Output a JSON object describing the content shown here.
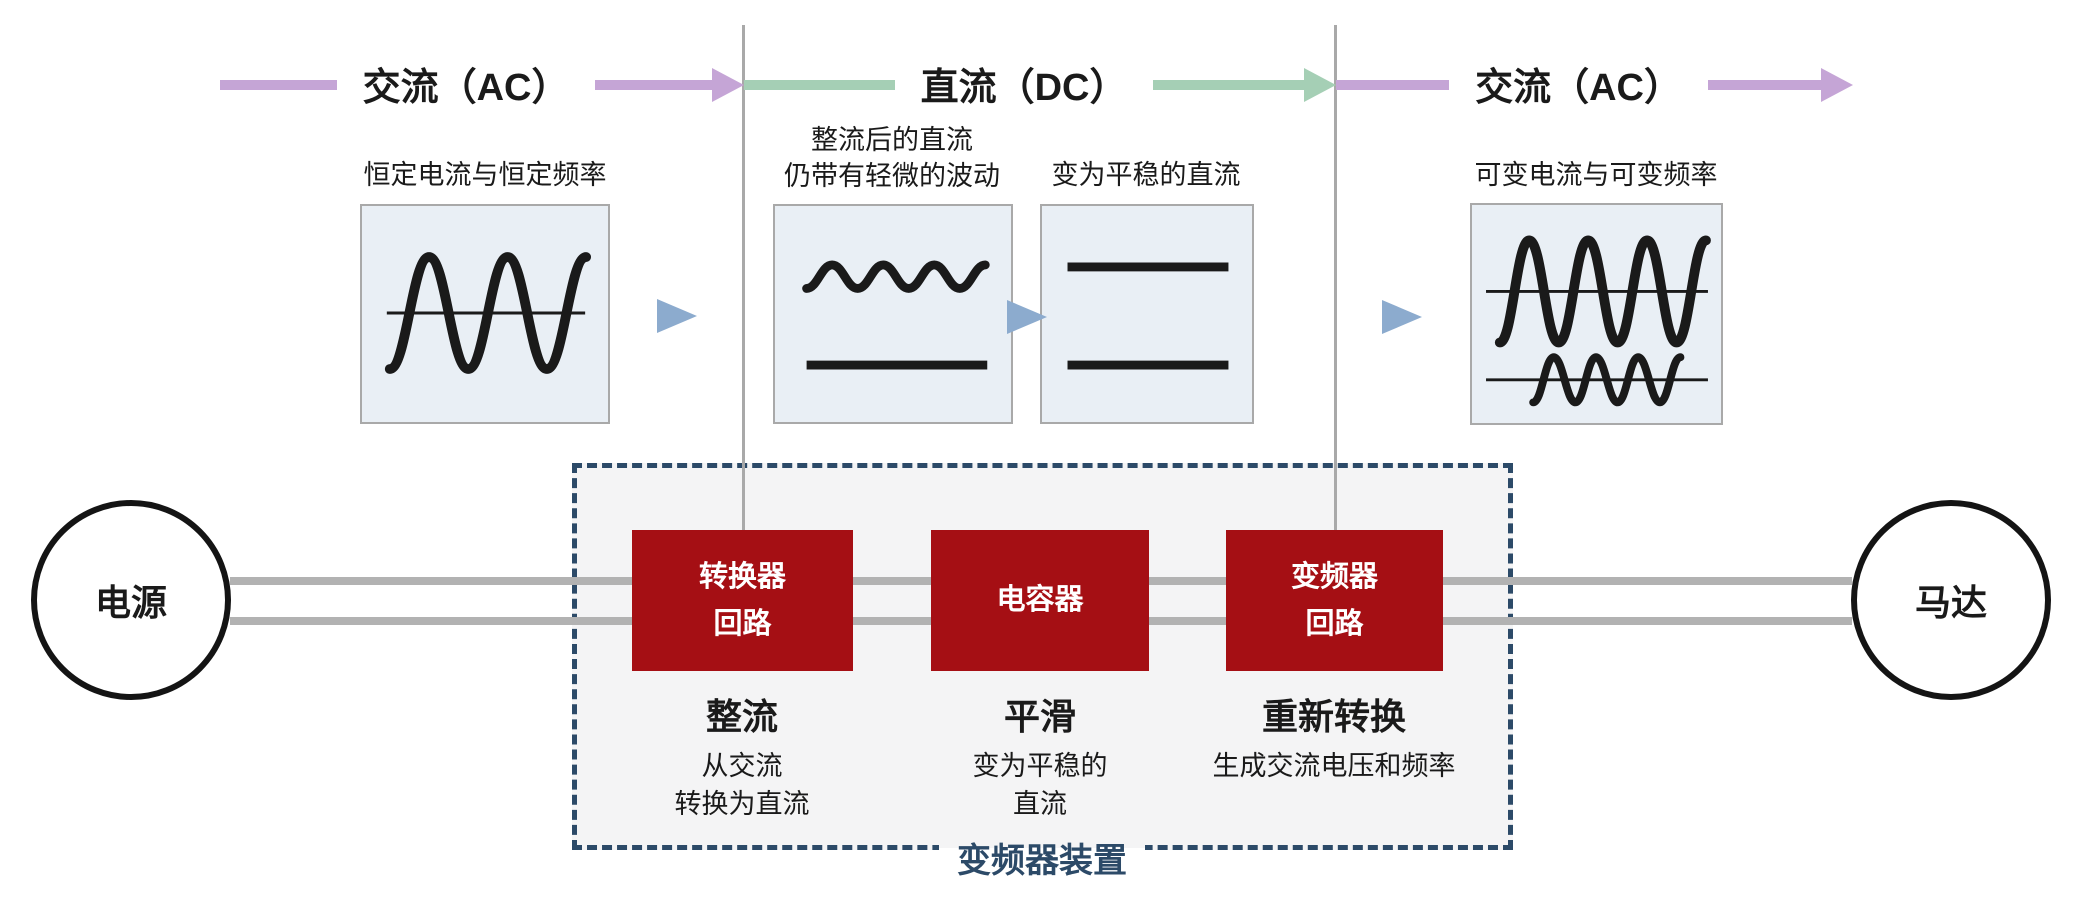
{
  "flow": {
    "segments": [
      {
        "label": "交流（AC）",
        "kind": "AC"
      },
      {
        "label": "直流（DC）",
        "kind": "DC"
      },
      {
        "label": "交流（AC）",
        "kind": "AC"
      }
    ]
  },
  "waveform_row": {
    "captions": [
      {
        "lines": [
          "恒定电流与恒定频率"
        ]
      },
      {
        "lines": [
          "整流后的直流",
          "仍带有轻微的波动"
        ]
      },
      {
        "lines": [
          "变为平稳的直流"
        ]
      },
      {
        "lines": [
          "可变电流与可变频率"
        ]
      }
    ],
    "graphics": [
      "constant-sine-wave",
      "ripple-wave-and-flat-line",
      "two-flat-lines",
      "variable-amplitude-and-frequency-sine-waves"
    ]
  },
  "circuit": {
    "source_label": "电源",
    "motor_label": "马达",
    "unit_label": "变频器装置",
    "blocks": [
      {
        "title_lines": [
          "转换器",
          "回路"
        ],
        "step_title": "整流",
        "step_desc_lines": [
          "从交流",
          "转换为直流"
        ]
      },
      {
        "title_lines": [
          "电容器"
        ],
        "step_title": "平滑",
        "step_desc_lines": [
          "变为平稳的",
          "直流"
        ]
      },
      {
        "title_lines": [
          "变频器",
          "回路"
        ],
        "step_title": "重新转换",
        "step_desc_lines": [
          "生成交流电压和频率"
        ]
      }
    ]
  },
  "icons": {
    "flow_arrowhead": "triangle-right",
    "step_arrow": "triangle-right"
  },
  "colors": {
    "ac": "#c5a5d6",
    "dc": "#a5cfb5",
    "red_block": "#a50f14",
    "unit_border": "#2c4a68",
    "triangle": "#8cabce",
    "wire": "#b2b2b2",
    "guide": "#a9a9a9"
  }
}
